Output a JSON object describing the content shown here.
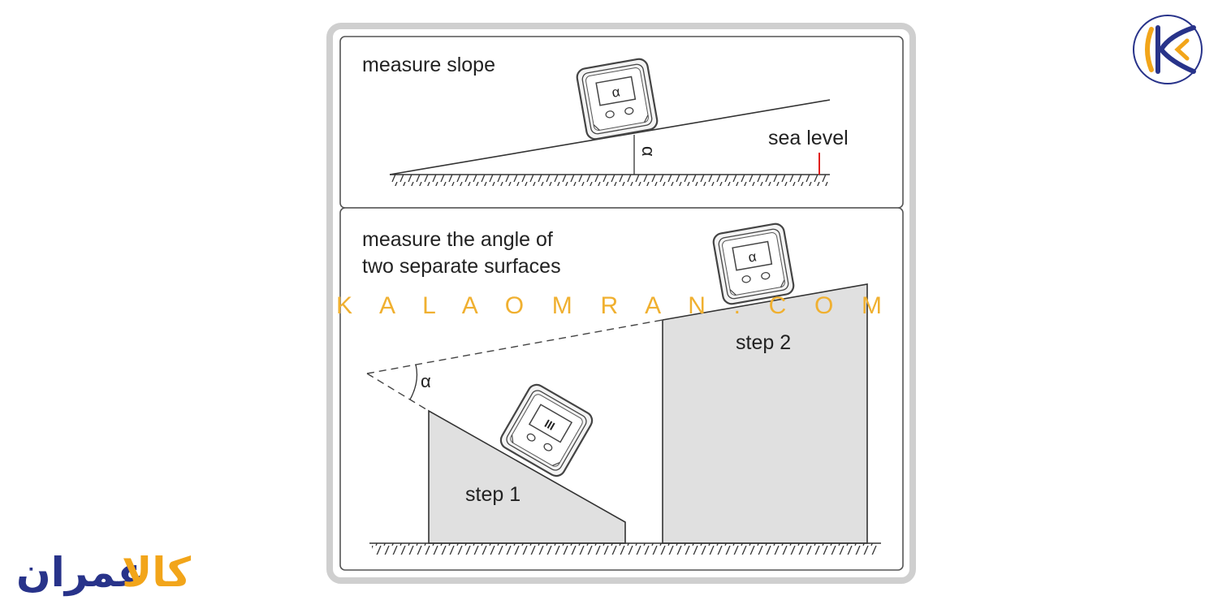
{
  "top_panel": {
    "title": "measure slope",
    "angle_symbol": "α",
    "sea_level_label": "sea level"
  },
  "bottom_panel": {
    "title_line1": "measure the angle of",
    "title_line2": "two separate surfaces",
    "angle_symbol": "α",
    "step1_label": "step 1",
    "step2_label": "step 2"
  },
  "device": {
    "display_symbol": "α",
    "display_symbol_step1": "III"
  },
  "watermark": {
    "text": "K A L A O M R A N . C O M"
  },
  "logos": {
    "brand_text_blue": "عمران",
    "brand_text_orange": "کالا",
    "circle_logo_letter": "K"
  },
  "colors": {
    "frame_border": "#cfcfcf",
    "panel_border": "#555555",
    "step_fill": "#e0e0e0",
    "sea_level_mark": "#e0201c",
    "watermark": "#f0b030",
    "logo_blue": "#28338a",
    "logo_orange": "#f2a51a"
  }
}
